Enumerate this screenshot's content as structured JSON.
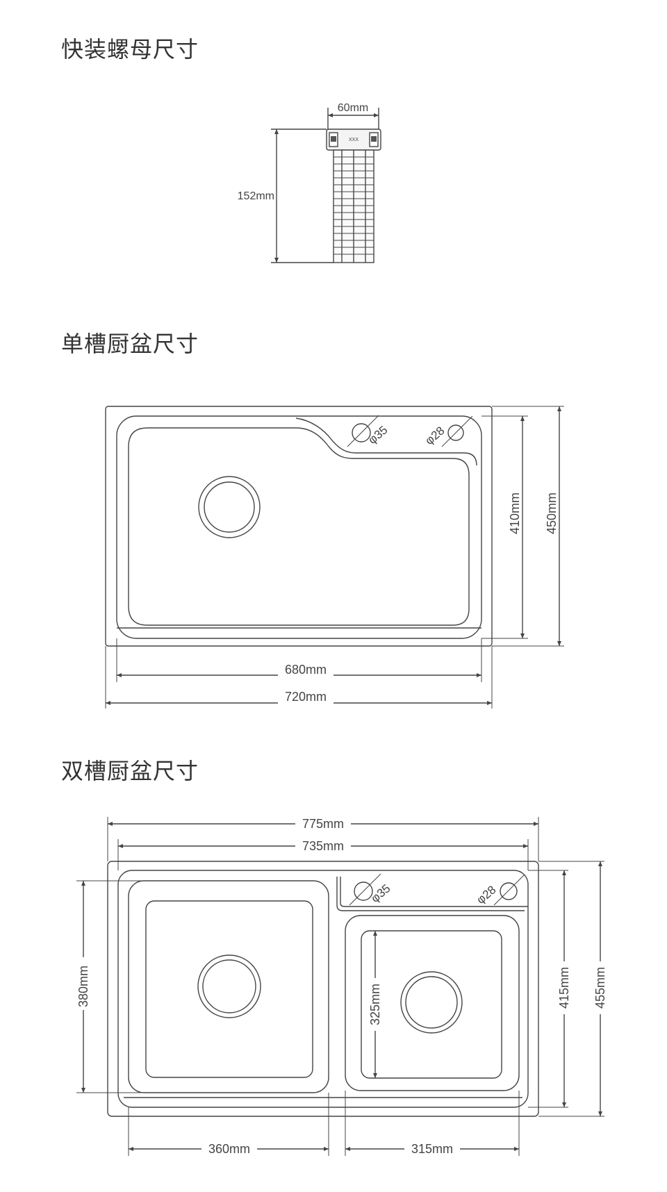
{
  "sections": {
    "nut": {
      "title": "快装螺母尺寸",
      "width_label": "60mm",
      "height_label": "152mm",
      "logo_text": "XXX"
    },
    "single": {
      "title": "单槽厨盆尺寸",
      "inner_width": "680mm",
      "outer_width": "720mm",
      "inner_height": "410mm",
      "outer_height": "450mm",
      "hole_large": "φ35",
      "hole_small": "φ28"
    },
    "double": {
      "title": "双槽厨盆尺寸",
      "outer_width": "775mm",
      "inner_width": "735mm",
      "left_bowl_width": "360mm",
      "right_bowl_width": "315mm",
      "left_bowl_height": "380mm",
      "right_bowl_height": "325mm",
      "inner_height": "415mm",
      "outer_height": "455mm",
      "hole_large": "φ35",
      "hole_small": "φ28"
    }
  },
  "colors": {
    "line": "#444444",
    "text": "#333333",
    "background": "#ffffff"
  }
}
